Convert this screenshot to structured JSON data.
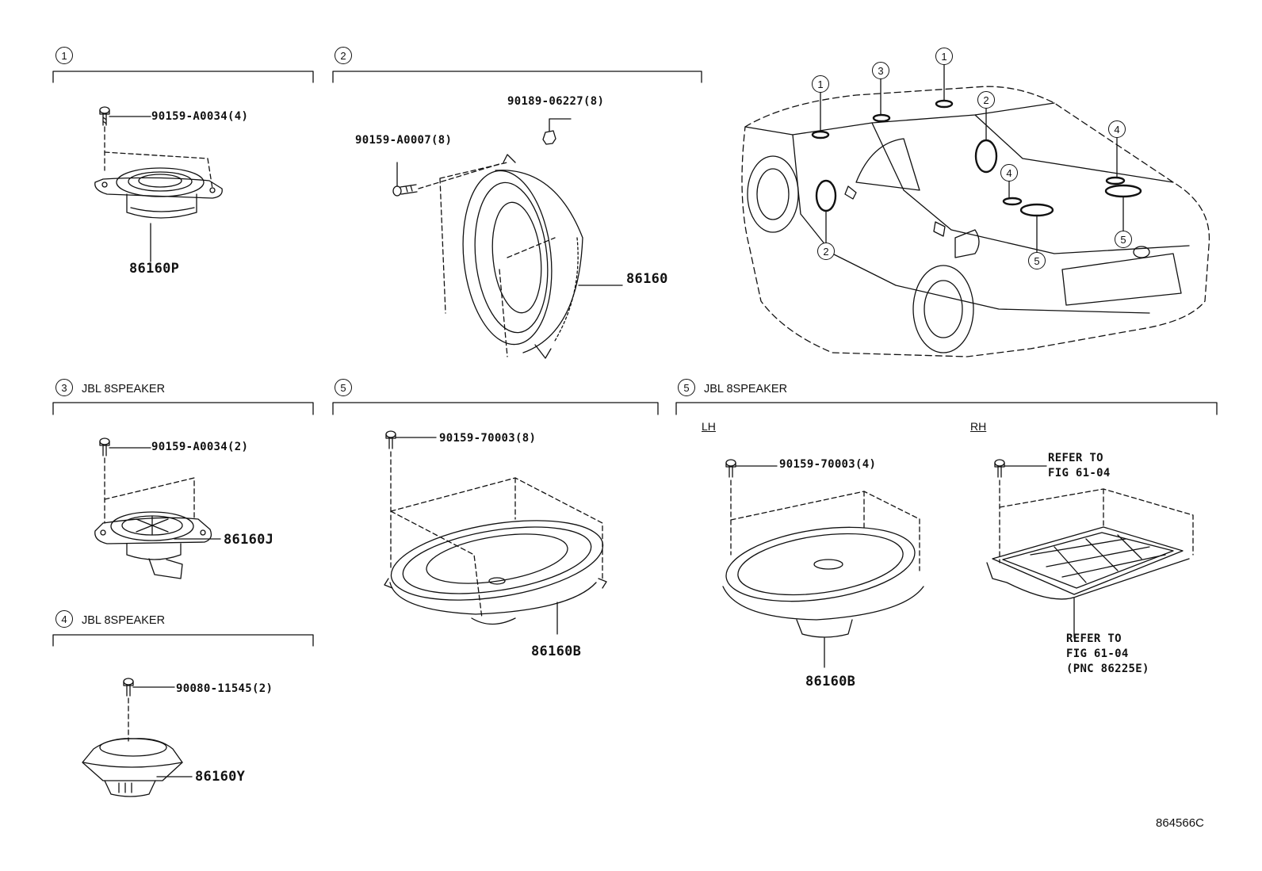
{
  "sections": {
    "s1": {
      "num": "1",
      "title": ""
    },
    "s2": {
      "num": "2",
      "title": ""
    },
    "s3": {
      "num": "3",
      "title": "JBL 8SPEAKER"
    },
    "s4": {
      "num": "4",
      "title": "JBL 8SPEAKER"
    },
    "s5a": {
      "num": "5",
      "title": ""
    },
    "s5b": {
      "num": "5",
      "title": "JBL 8SPEAKER"
    }
  },
  "parts": {
    "p1_screw": "90159-A0034(4)",
    "p1_speaker": "86160P",
    "p2_clip": "90189-06227(8)",
    "p2_screw": "90159-A0007(8)",
    "p2_speaker": "86160",
    "p3_screw": "90159-A0034(2)",
    "p3_speaker": "86160J",
    "p4_screw": "90080-11545(2)",
    "p4_speaker": "86160Y",
    "p5a_screw": "90159-70003(8)",
    "p5a_speaker": "86160B",
    "p5b_lh_screw": "90159-70003(4)",
    "p5b_lh_speaker": "86160B",
    "p5b_rh_screw_l1": "REFER TO",
    "p5b_rh_screw_l2": "FIG 61-04",
    "p5b_rh_body_l1": "REFER TO",
    "p5b_rh_body_l2": "FIG 61-04",
    "p5b_rh_body_l3": "(PNC 86225E)"
  },
  "sides": {
    "lh": "LH",
    "rh": "RH"
  },
  "car_callouts": [
    {
      "num": "1"
    },
    {
      "num": "3"
    },
    {
      "num": "1"
    },
    {
      "num": "2"
    },
    {
      "num": "4"
    },
    {
      "num": "4"
    },
    {
      "num": "2"
    },
    {
      "num": "5"
    },
    {
      "num": "5"
    }
  ],
  "figure_code": "864566C"
}
